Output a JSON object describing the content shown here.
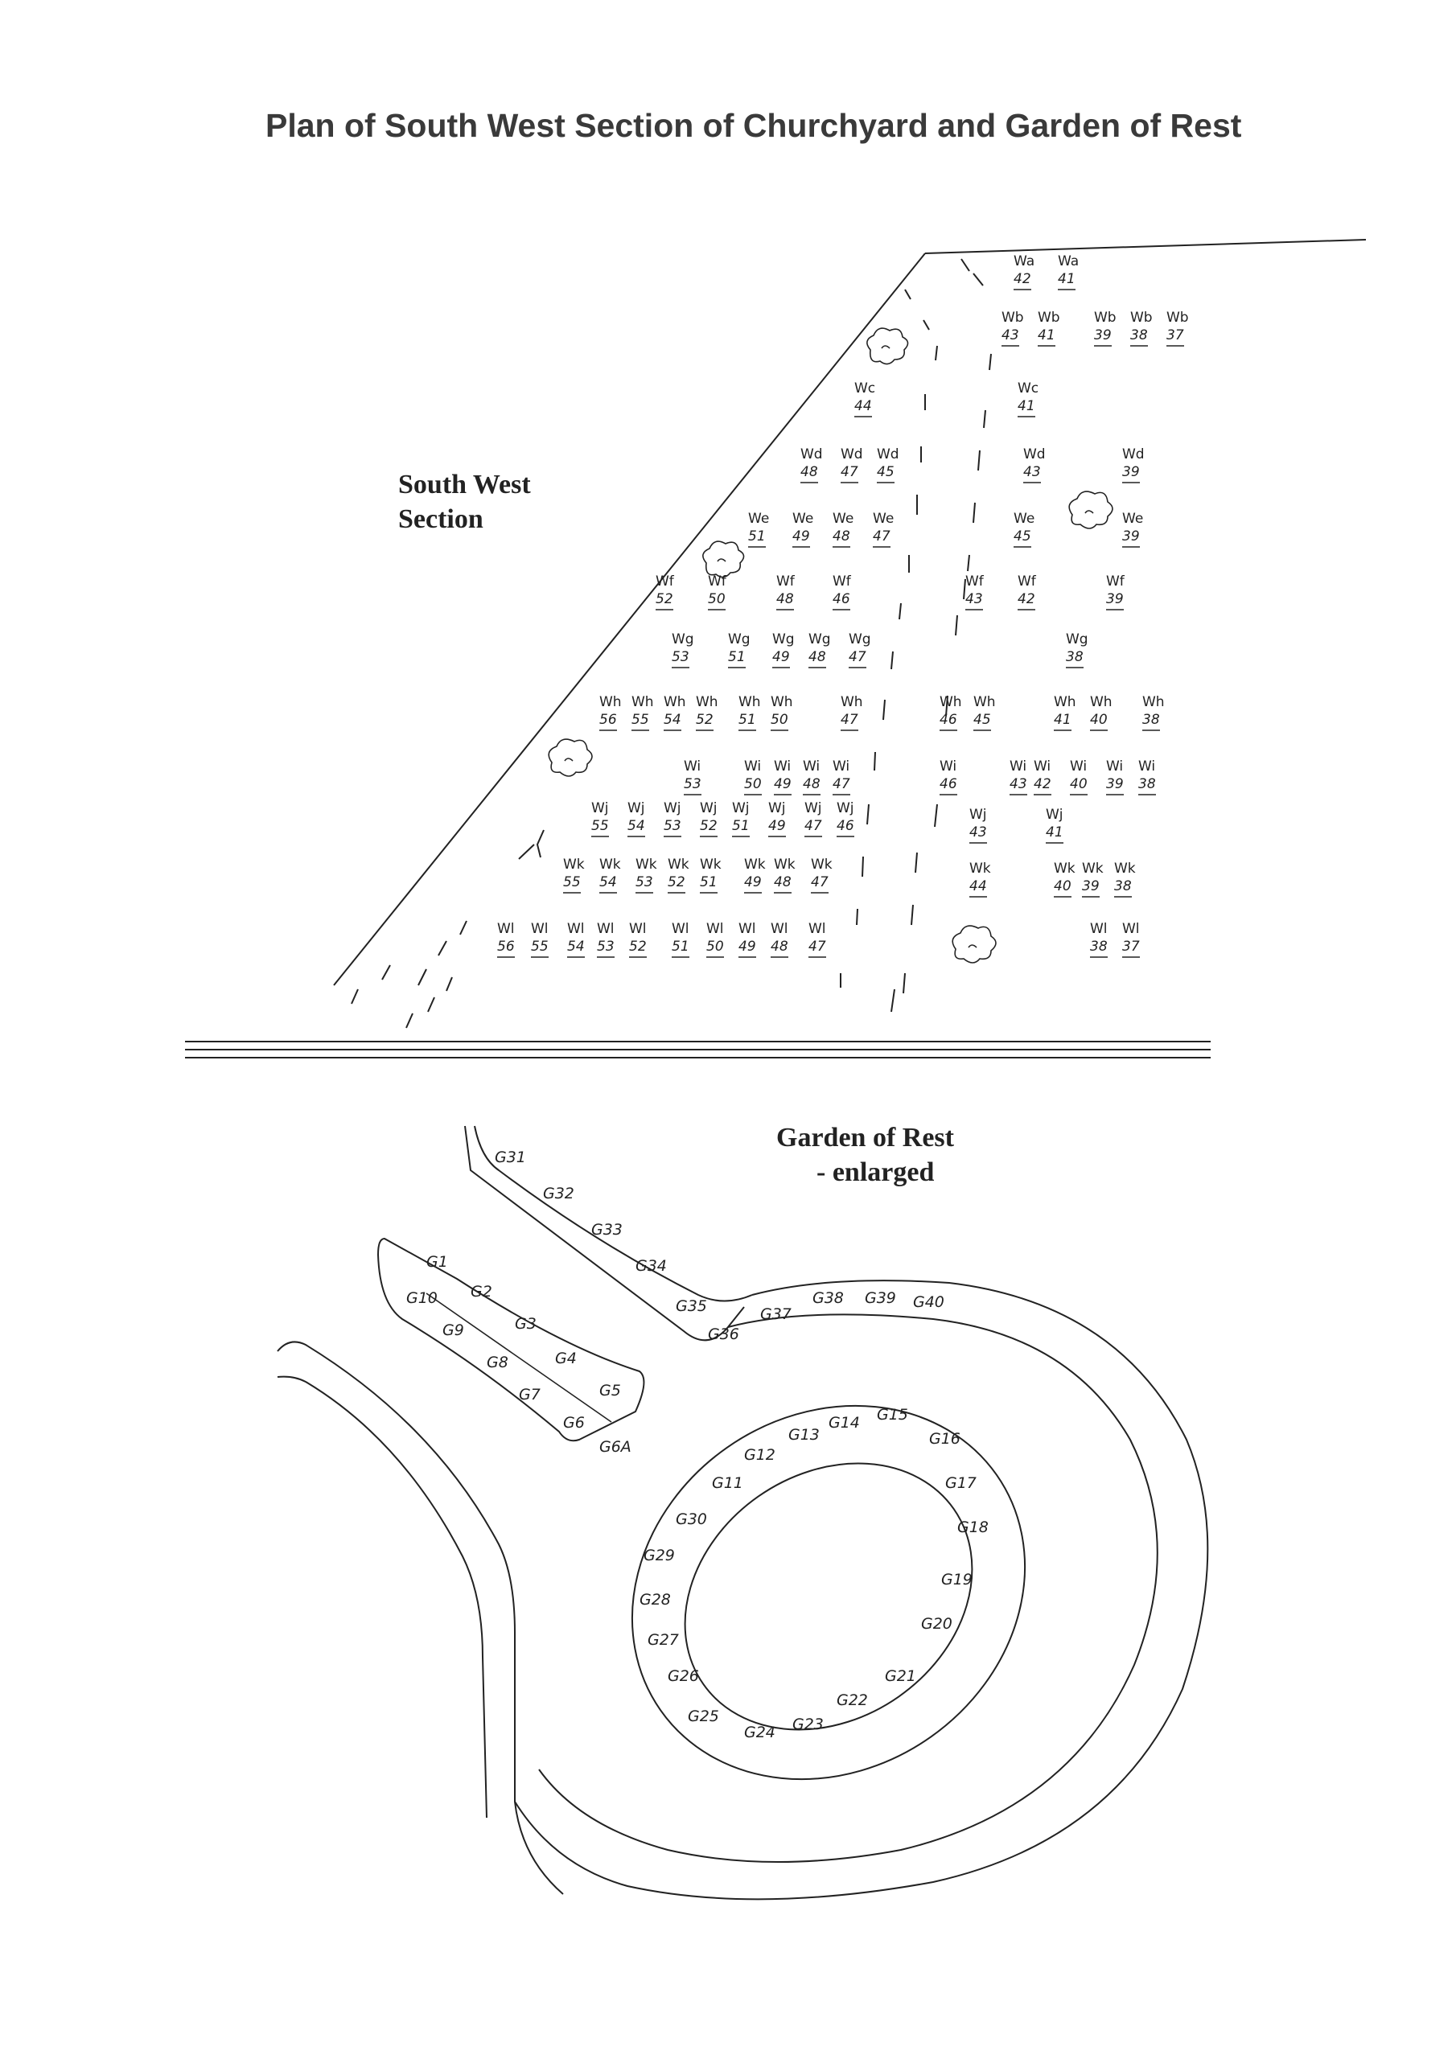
{
  "title": "Plan of South West Section of Churchyard and Garden of Rest",
  "section_label": {
    "line1": "South West",
    "line2": "Section"
  },
  "garden_label": {
    "line1": "Garden of Rest",
    "line2": "- enlarged"
  },
  "graves": [
    {
      "row": "Wa",
      "plots": [
        "42",
        "41"
      ]
    },
    {
      "row": "Wb",
      "plots": [
        "43",
        "41",
        "39",
        "38",
        "37"
      ]
    },
    {
      "row": "Wc",
      "plots": [
        "44",
        "41"
      ]
    },
    {
      "row": "Wd",
      "plots": [
        "48",
        "47",
        "45",
        "43",
        "39"
      ]
    },
    {
      "row": "We",
      "plots": [
        "51",
        "49",
        "48",
        "47",
        "45",
        "39"
      ]
    },
    {
      "row": "Wf",
      "plots": [
        "52",
        "50",
        "48",
        "46",
        "43",
        "42",
        "39"
      ]
    },
    {
      "row": "Wg",
      "plots": [
        "53",
        "51",
        "49",
        "48",
        "47",
        "38"
      ]
    },
    {
      "row": "Wh",
      "plots": [
        "56",
        "55",
        "54",
        "52",
        "51",
        "50",
        "47",
        "46",
        "45",
        "41",
        "40",
        "38"
      ]
    },
    {
      "row": "Wi",
      "plots": [
        "53",
        "50",
        "49",
        "48",
        "47",
        "46",
        "43",
        "42",
        "40",
        "39",
        "38"
      ]
    },
    {
      "row": "Wj",
      "plots": [
        "55",
        "54",
        "53",
        "52",
        "51",
        "49",
        "47",
        "46",
        "43",
        "41"
      ]
    },
    {
      "row": "Wk",
      "plots": [
        "55",
        "54",
        "53",
        "52",
        "51",
        "49",
        "48",
        "47",
        "44",
        "40",
        "39",
        "38"
      ]
    },
    {
      "row": "Wl",
      "plots": [
        "56",
        "55",
        "54",
        "53",
        "52",
        "51",
        "50",
        "49",
        "48",
        "47",
        "38",
        "37"
      ]
    }
  ],
  "garden_plots": [
    "G1",
    "G2",
    "G3",
    "G4",
    "G5",
    "G6",
    "G6A",
    "G7",
    "G8",
    "G9",
    "G10",
    "G11",
    "G12",
    "G13",
    "G14",
    "G15",
    "G16",
    "G17",
    "G18",
    "G19",
    "G20",
    "G21",
    "G22",
    "G23",
    "G24",
    "G25",
    "G26",
    "G27",
    "G28",
    "G29",
    "G30",
    "G31",
    "G32",
    "G33",
    "G34",
    "G35",
    "G36",
    "G37",
    "G38",
    "G39",
    "G40"
  ]
}
